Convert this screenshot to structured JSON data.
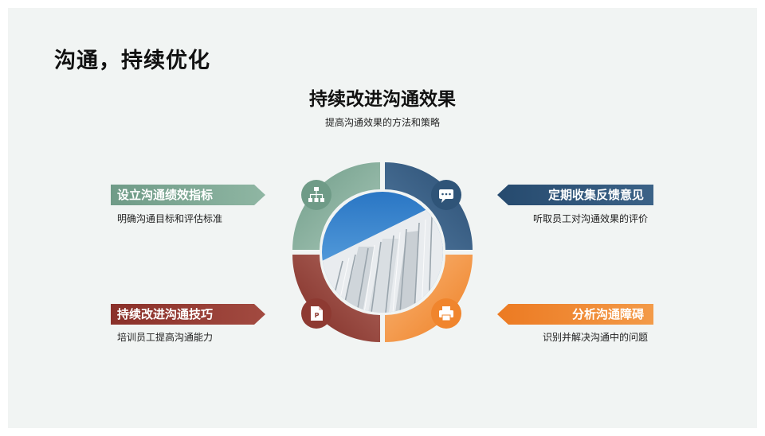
{
  "slide": {
    "title": "沟通，持续优化",
    "heading": "持续改进沟通效果",
    "subheading": "提高沟通效果的方法和策略"
  },
  "colors": {
    "green": "#7aa591",
    "navy": "#2f5478",
    "orange": "#f0852d",
    "red": "#8e3a32",
    "background": "#f1f4f3"
  },
  "items": [
    {
      "label": "设立沟通绩效指标",
      "desc": "明确沟通目标和评估标准",
      "icon": "sitemap-icon"
    },
    {
      "label": "定期收集反馈意见",
      "desc": "听取员工对沟通效果的评价",
      "icon": "chat-icon"
    },
    {
      "label": "持续改进沟通技巧",
      "desc": "培训员工提高沟通能力",
      "icon": "powerpoint-icon"
    },
    {
      "label": "分析沟通障碍",
      "desc": "识别并解决沟通中的问题",
      "icon": "printer-icon"
    }
  ]
}
